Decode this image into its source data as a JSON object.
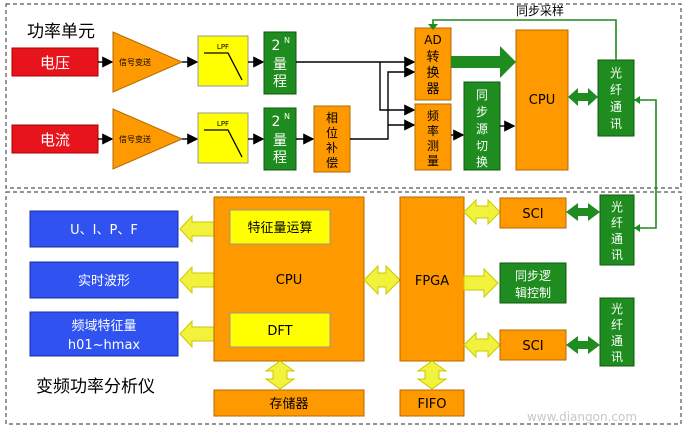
{
  "top_panel": {
    "title": "功率单元"
  },
  "bottom_panel": {
    "title": "变频功率分析仪"
  },
  "inputs": {
    "voltage": "电压",
    "current": "电流"
  },
  "signal_convert": {
    "label_top": "信号变送",
    "label_bottom": "信号变送"
  },
  "lpf": {
    "label_top": "LPF",
    "label_bottom": "LPF"
  },
  "range": {
    "prefix": "2",
    "sup": "N",
    "chars": [
      "量",
      "程"
    ]
  },
  "phase_comp": {
    "chars": [
      "相",
      "位",
      "补",
      "偿"
    ]
  },
  "ad": {
    "title": "AD",
    "chars": [
      "转",
      "换",
      "器"
    ]
  },
  "freq_meas": {
    "chars": [
      "频",
      "率",
      "测",
      "量"
    ]
  },
  "sync_switch": {
    "chars": [
      "同",
      "步",
      "源",
      "切",
      "换"
    ]
  },
  "cpu_top": {
    "label": "CPU"
  },
  "sync_sample": {
    "label": "同步采样"
  },
  "fiber": {
    "chars": [
      "光",
      "纤",
      "通",
      "讯"
    ]
  },
  "outputs": {
    "uipf": "U、I、P、F",
    "waveform": "实时波形",
    "freq_feat": "频域特征量",
    "harmonics": "h01~hmax"
  },
  "cpu_bottom": {
    "label": "CPU",
    "feature_calc": "特征量运算",
    "dft": "DFT"
  },
  "fpga": {
    "label": "FPGA"
  },
  "sci": {
    "label_top": "SCI",
    "label_bottom": "SCI"
  },
  "sync_logic": {
    "line1": "同步逻",
    "line2": "辑控制"
  },
  "storage": {
    "label": "存储器"
  },
  "fifo": {
    "label": "FIFO"
  },
  "watermark": {
    "text": "www.diangon.com"
  },
  "colors": {
    "orange": "#ff9900",
    "green": "#1e8c1e",
    "red": "#e8141c",
    "blue": "#2f52f0",
    "yellow": "#ffff00",
    "arrow_yellow": "#f2f23c",
    "arrow_green": "#1e8c1e"
  }
}
